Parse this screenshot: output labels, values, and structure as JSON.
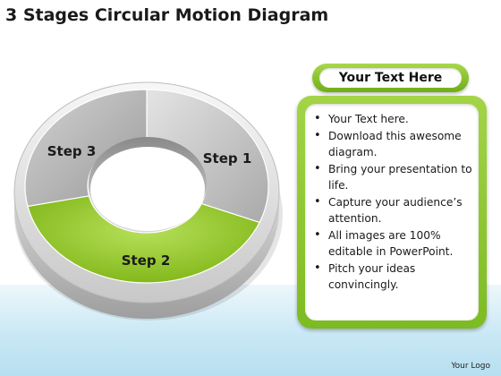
{
  "title": "3 Stages Circular Motion Diagram",
  "diagram": {
    "steps": [
      {
        "label": "Step 1",
        "color": "#c9c9c9"
      },
      {
        "label": "Step 2",
        "color": "#8cc21e"
      },
      {
        "label": "Step 3",
        "color": "#b5b5b5"
      }
    ]
  },
  "text_panel": {
    "header": "Your Text Here",
    "accent_color": "#8cc21e",
    "bullets": [
      "Your Text here.",
      "Download this awesome diagram.",
      "Bring your presentation to life.",
      "Capture your audience’s attention.",
      "All images are 100% editable in PowerPoint.",
      "Pitch your ideas convincingly."
    ]
  },
  "footer": {
    "logo_text": "Your Logo"
  }
}
